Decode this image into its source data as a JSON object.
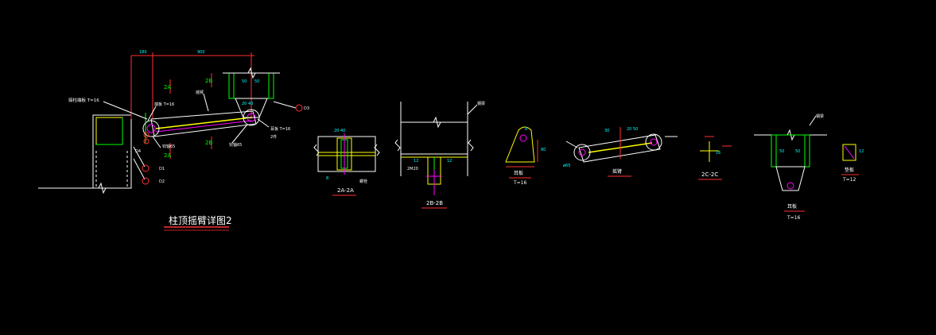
{
  "main_title": "柱顶摇臂详图2",
  "left_detail": {
    "labels": {
      "col_note": "接柱端板 T=16",
      "plate_note": "端板 T=16",
      "arm": "摇臂",
      "hinge_left": "铰轴65",
      "hinge_right": "铰轴65",
      "plate_right": "耳板 T=16",
      "count": "2件",
      "sec_2a_top": "2A",
      "sec_2a_bot": "2A",
      "sec_2b_top": "2B",
      "sec_2b_bot": "2B",
      "bubble_1": "D1",
      "bubble_2": "D2",
      "bubble_3": "D3",
      "bubble_4": "D4"
    }
  },
  "section_2a": {
    "title": "2A-2A",
    "note": "螺栓"
  },
  "section_2b": {
    "title": "2B-2B",
    "beam": "钢梁",
    "note": "2M20"
  },
  "ear_plate": {
    "title": "耳板",
    "thick": "T=16"
  },
  "arm_detail": {
    "title": "摇臂"
  },
  "section_2c": {
    "title": "2C-2C"
  },
  "top_bracket": {
    "beam": "钢梁",
    "title": "耳板",
    "thick": "T=16"
  },
  "small_plate": {
    "title": "垫板",
    "thick": "T=12"
  },
  "colors": {
    "bg": "#000000",
    "line": "#ffffff",
    "dim": "#ff3030",
    "green": "#00ff00",
    "cyan": "#00ffff",
    "yellow": "#ffff00",
    "magenta": "#ff00ff"
  }
}
